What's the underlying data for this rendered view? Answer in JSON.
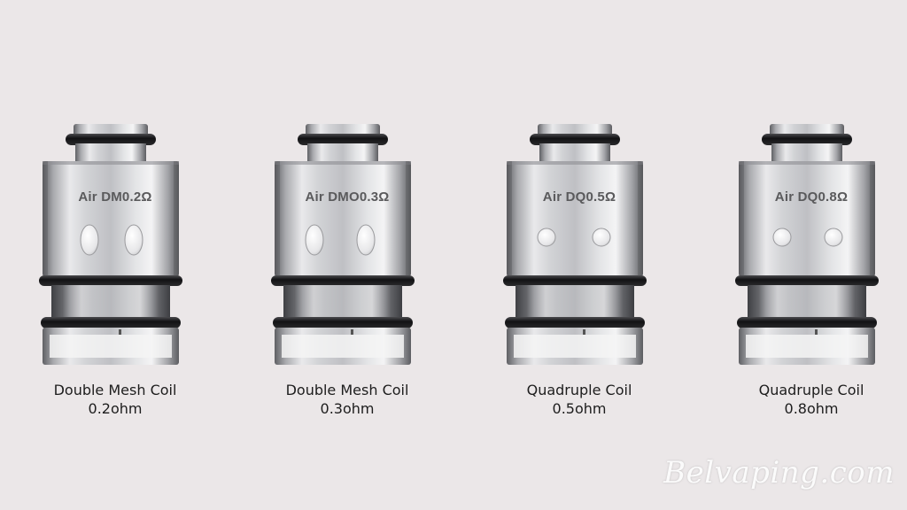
{
  "products": [
    {
      "engraving": "Air DM0.2Ω",
      "name": "Double Mesh Coil",
      "resistance": "0.2ohm",
      "slot_style": "oval"
    },
    {
      "engraving": "Air DMO0.3Ω",
      "name": "Double Mesh Coil",
      "resistance": "0.3ohm",
      "slot_style": "oval"
    },
    {
      "engraving": "Air DQ0.5Ω",
      "name": "Quadruple Coil",
      "resistance": "0.5ohm",
      "slot_style": "round"
    },
    {
      "engraving": "Air DQ0.8Ω",
      "name": "Quadruple Coil",
      "resistance": "0.8ohm",
      "slot_style": "round"
    }
  ],
  "watermark": "Belvaping.com",
  "colors": {
    "background": "#ebe7e8",
    "metal_light": "#f2f2f3",
    "metal_dark": "#6d6e72",
    "oring": "#1a1a1c",
    "caption_text": "#1d1d1d"
  }
}
